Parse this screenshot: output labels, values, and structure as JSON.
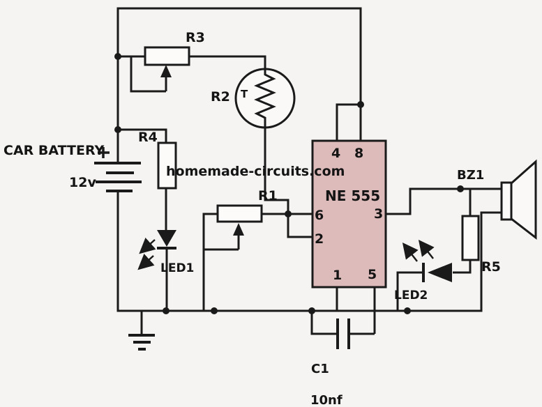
{
  "schematic": {
    "watermark": "homemade-circuits.com",
    "colors": {
      "background": "#f5f4f2",
      "wire": "#1a1a1a",
      "ic_fill": "#debbbb",
      "watermark_red": "#cc2222"
    },
    "power": {
      "label": "CAR BATTERY",
      "voltage": "12v"
    },
    "ic": {
      "part": "NE 555",
      "pin4": "4",
      "pin8": "8",
      "pin6": "6",
      "pin2": "2",
      "pin3": "3",
      "pin1": "1",
      "pin5": "5"
    },
    "components": {
      "r1": "R1",
      "r2": "R2",
      "r3": "R3",
      "r4": "R4",
      "r5": "R5",
      "thermistor_t": "T",
      "led1": "LED1",
      "led2": "LED2",
      "buzzer": "BZ1",
      "c1": "C1",
      "c1_value": "10nf"
    }
  }
}
